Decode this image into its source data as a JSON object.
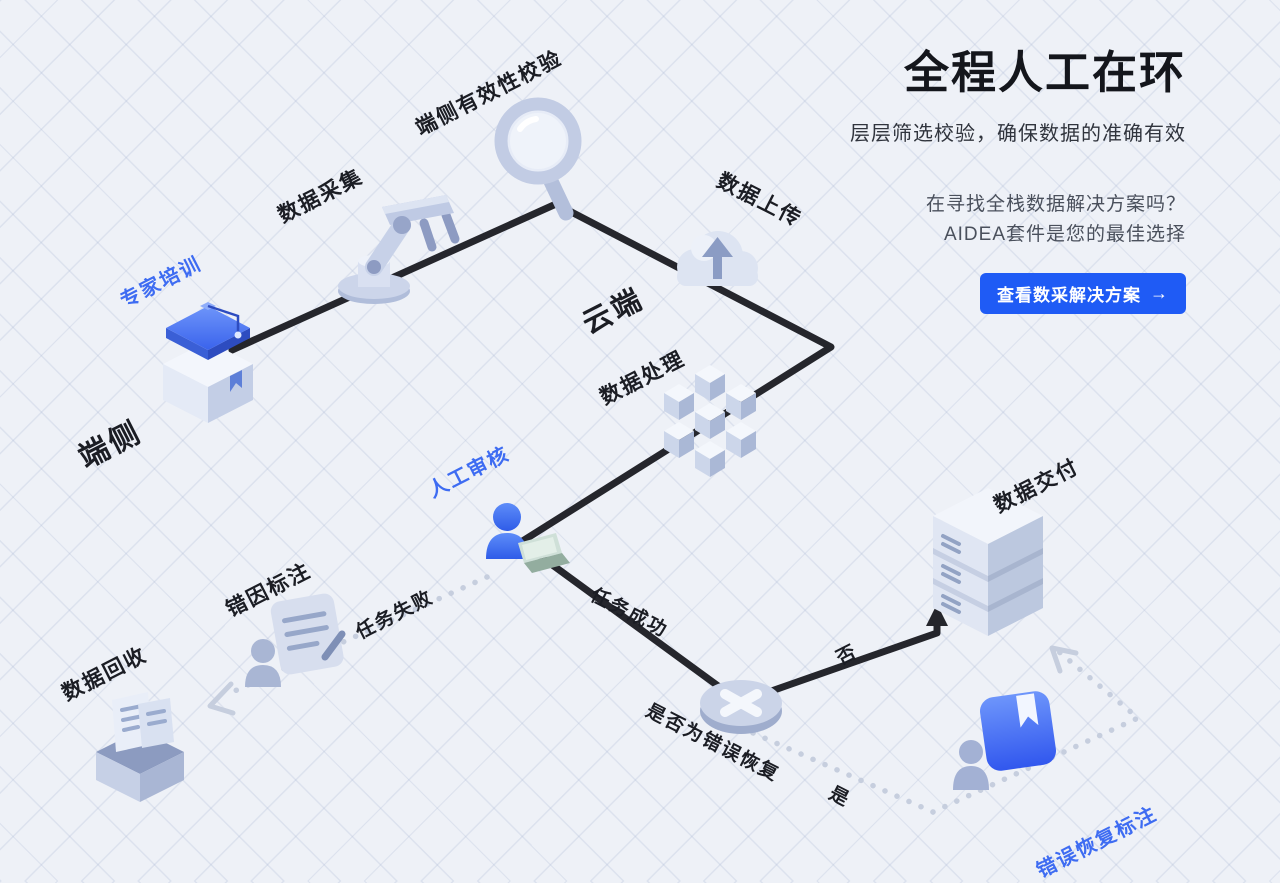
{
  "panel": {
    "title": "全程人工在环",
    "subtitle": "层层筛选校验，确保数据的准确有效",
    "pitch_line1": "在寻找全栈数据解决方案吗？",
    "pitch_line2": "AIDEA套件是您的最佳选择",
    "cta_label": "查看数采解决方案",
    "cta_arrow": "→"
  },
  "labels": {
    "expert_training": "专家培训",
    "edge_side": "端侧",
    "data_collection": "数据采集",
    "edge_validation": "端侧有效性校验",
    "data_upload": "数据上传",
    "cloud_side": "云端",
    "data_processing": "数据处理",
    "human_review": "人工审核",
    "task_failed": "任务失败",
    "task_success": "任务成功",
    "error_cause_annotation": "错因标注",
    "data_recycle": "数据回收",
    "recovery_check": "是否为错误恢复",
    "no": "否",
    "yes": "是",
    "data_delivery": "数据交付",
    "recovery_annotation": "错误恢复标注"
  },
  "colors": {
    "accent_blue": "#1f5bf5",
    "label_blue": "#3e6cf2",
    "ink": "#14161c",
    "flow_line": "#25262c",
    "dotted_line": "#c6cede",
    "background": "#eef1f7"
  },
  "icons": {
    "graduation_cap": "graduation-cap-icon",
    "robot_arm": "robot-arm-icon",
    "magnifier": "magnifier-icon",
    "cloud_upload": "cloud-upload-icon",
    "data_cubes": "data-cubes-icon",
    "person_laptop": "person-laptop-icon",
    "person_document": "person-document-icon",
    "archive_box": "archive-box-icon",
    "x_decision": "x-decision-icon",
    "server_stack": "server-stack-icon",
    "person_book": "person-book-icon",
    "arrow_right": "arrow-right-icon"
  }
}
